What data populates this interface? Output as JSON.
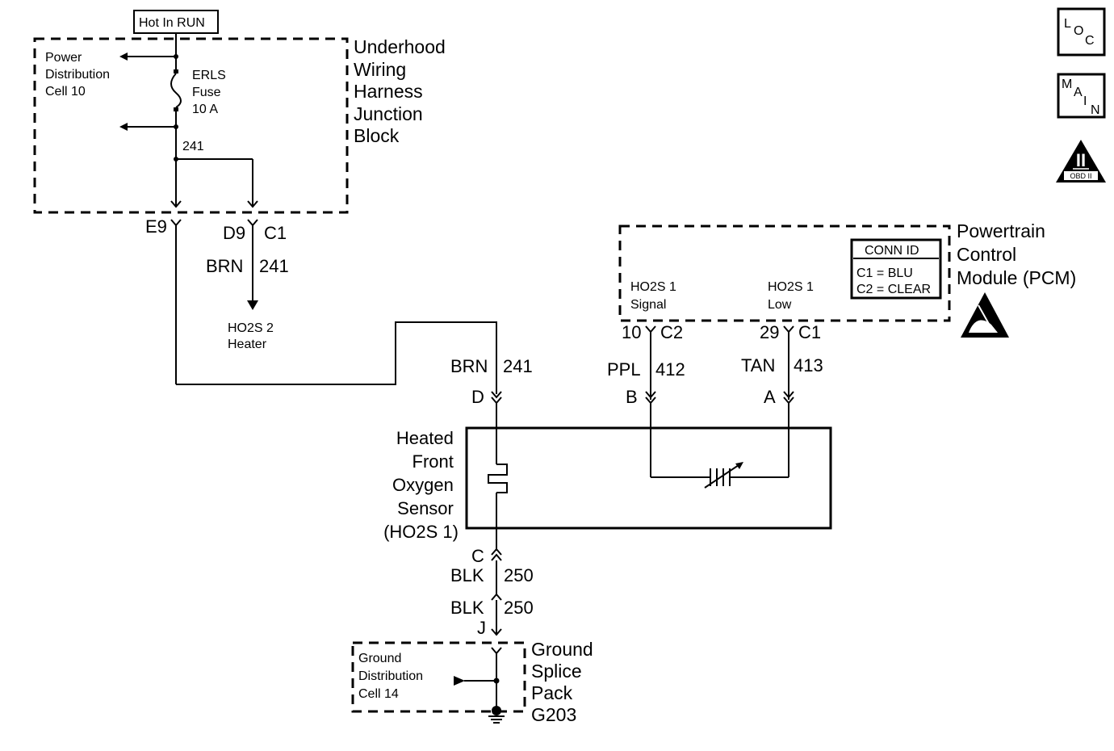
{
  "hot_in_run": "Hot In RUN",
  "underhood": {
    "title_lines": [
      "Underhood",
      "Wiring",
      "Harness",
      "Junction",
      "Block"
    ],
    "power_dist_lines": [
      "Power",
      "Distribution",
      "Cell 10"
    ],
    "fuse_lines": [
      "ERLS",
      "Fuse",
      "10 A"
    ],
    "circuit": "241"
  },
  "connectors": {
    "e9": "E9",
    "d9": "D9",
    "c1_top": "C1",
    "wire_brn_1": "BRN",
    "wire_241_1": "241",
    "ho2s2_lines": [
      "HO2S 2",
      "Heater"
    ],
    "wire_brn_2": "BRN",
    "wire_241_2": "241",
    "d": "D",
    "b": "B",
    "a": "A",
    "ppl": "PPL",
    "c412": "412",
    "tan": "TAN",
    "c413": "413",
    "pin10": "10",
    "c2": "C2",
    "pin29": "29",
    "c1_pcm": "C1",
    "c": "C",
    "blk1": "BLK",
    "c250_1": "250",
    "blk2": "BLK",
    "c250_2": "250",
    "j": "J"
  },
  "pcm": {
    "title_lines": [
      "Powertrain",
      "Control",
      "Module (PCM)"
    ],
    "signal_lines": [
      "HO2S 1",
      "Signal"
    ],
    "low_lines": [
      "HO2S 1",
      "Low"
    ],
    "conn_id_title": "CONN ID",
    "conn_id_rows": [
      "C1 = BLU",
      "C2 = CLEAR"
    ]
  },
  "sensor": {
    "title_lines": [
      "Heated",
      "Front",
      "Oxygen",
      "Sensor",
      "(HO2S 1)"
    ]
  },
  "ground": {
    "dist_lines": [
      "Ground",
      "Distribution",
      "Cell 14"
    ],
    "title_lines": [
      "Ground",
      "Splice",
      "Pack",
      "G203"
    ]
  },
  "icons": {
    "loc": {
      "l": "L",
      "o": "O",
      "c": "C"
    },
    "main": {
      "m": "M",
      "a": "A",
      "i": "I",
      "n": "N"
    },
    "obd": {
      "numeral": "II",
      "label": "OBD II"
    }
  }
}
